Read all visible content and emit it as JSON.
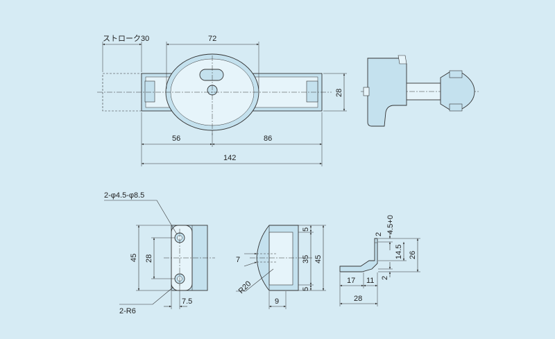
{
  "colors": {
    "background": "#d6ebf4",
    "part_fill": "#c4e1ee",
    "part_highlight": "#e6f4fa",
    "line": "#333333"
  },
  "top_view": {
    "stroke_label": "ストローク30",
    "dim_72": "72",
    "dim_28": "28",
    "dim_56": "56",
    "dim_86": "86",
    "dim_142": "142"
  },
  "receiver_front": {
    "hole_label": "2-φ4.5-φ8.5",
    "dim_45": "45",
    "dim_28": "28",
    "radius_label": "2-R6",
    "dim_7_5": "7.5"
  },
  "receiver_profile": {
    "dim_7": "7",
    "dim_35": "35",
    "dim_45": "45",
    "dim_5_top": "5",
    "dim_5_bottom": "5",
    "radius_label": "R20",
    "dim_9": "9"
  },
  "bracket_side": {
    "tolerance_label": "4.5+0",
    "dim_2_top": "2",
    "dim_14_5": "14.5",
    "dim_26": "26",
    "dim_2_bottom": "2",
    "dim_17": "17",
    "dim_11": "11",
    "dim_28": "28"
  }
}
